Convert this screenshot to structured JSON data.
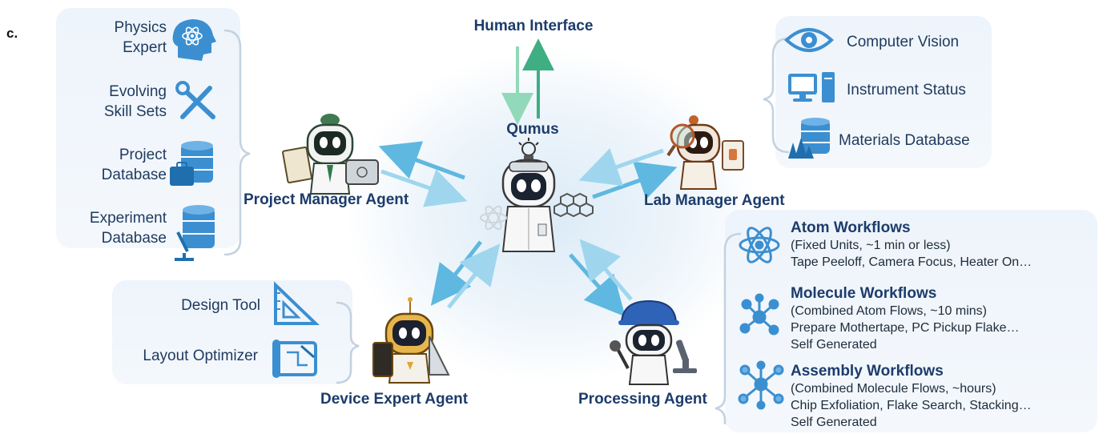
{
  "panel_label": "c.",
  "center": {
    "top_label": "Human Interface",
    "name": "Qumus"
  },
  "project_manager": {
    "name": "Project Manager Agent",
    "items": [
      {
        "label": "Physics\nExpert",
        "icon": "head-atom-icon"
      },
      {
        "label": "Evolving\nSkill Sets",
        "icon": "wrench-screwdriver-icon"
      },
      {
        "label": "Project\nDatabase",
        "icon": "database-briefcase-icon"
      },
      {
        "label": "Experiment\nDatabase",
        "icon": "database-microscope-icon"
      }
    ]
  },
  "lab_manager": {
    "name": "Lab Manager Agent",
    "items": [
      {
        "label": "Computer Vision",
        "icon": "eye-icon"
      },
      {
        "label": "Instrument Status",
        "icon": "computer-icon"
      },
      {
        "label": "Materials Database",
        "icon": "database-crystal-icon"
      }
    ]
  },
  "device_expert": {
    "name": "Device Expert Agent",
    "items": [
      {
        "label": "Design Tool",
        "icon": "triangle-ruler-icon"
      },
      {
        "label": "Layout Optimizer",
        "icon": "blueprint-icon"
      }
    ]
  },
  "processing": {
    "name": "Processing Agent",
    "workflows": [
      {
        "title": "Atom Workflows",
        "lines": [
          "(Fixed Units, ~1 min or less)",
          "Tape Peeloff, Camera Focus, Heater On…"
        ],
        "icon": "atom-icon"
      },
      {
        "title": "Molecule Workflows",
        "lines": [
          "(Combined Atom Flows, ~10 mins)",
          "Prepare Mothertape, PC Pickup Flake…",
          "Self Generated"
        ],
        "icon": "molecule-icon"
      },
      {
        "title": "Assembly Workflows",
        "lines": [
          "(Combined Molecule Flows, ~hours)",
          "Chip Exfoliation, Flake Search, Stacking…",
          "Self Generated"
        ],
        "icon": "assembly-icon"
      }
    ]
  },
  "colors": {
    "icon_blue": "#3b8fd1",
    "arrow_blue": "#5fb8e0",
    "arrow_green": "#5cc39a",
    "title_navy": "#1c3c6b"
  }
}
